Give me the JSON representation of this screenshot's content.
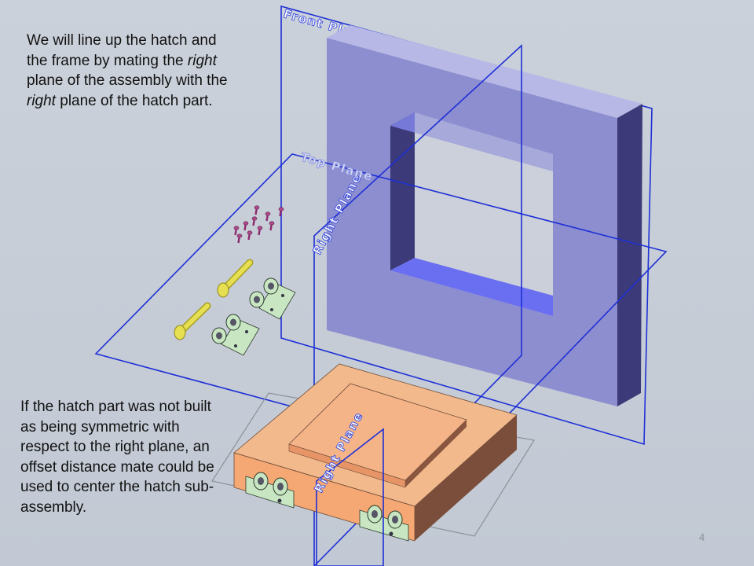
{
  "captions": {
    "top": {
      "l1": "We will line up the hatch and",
      "l2": "the frame by mating the ",
      "l2_em": "right",
      "l3": "plane of the assembly with the",
      "l4_em": "right",
      "l4": " plane of the hatch part."
    },
    "bottom": "If the hatch part was not built as being symmetric with respect to the right plane, an offset distance mate could be used to center the hatch sub-assembly."
  },
  "plane_labels": {
    "front": "Front Plane",
    "top": "Top Plane",
    "right_upper": "Right Plane",
    "right_lower": "Right Plane"
  },
  "page_number": "4",
  "colors": {
    "background": "#c4cbd6",
    "plane_outline": "#1d2fd6",
    "frame_front": "#8d8ed0",
    "frame_side": "#3c3a78",
    "frame_inner_light": "#6a6ef0",
    "hatch_top": "#f2b98c",
    "hatch_side": "#7a4e3a",
    "hinge": "#c8e6c2",
    "bolt": "#e0d94a",
    "rivet": "#8c2a6e"
  }
}
